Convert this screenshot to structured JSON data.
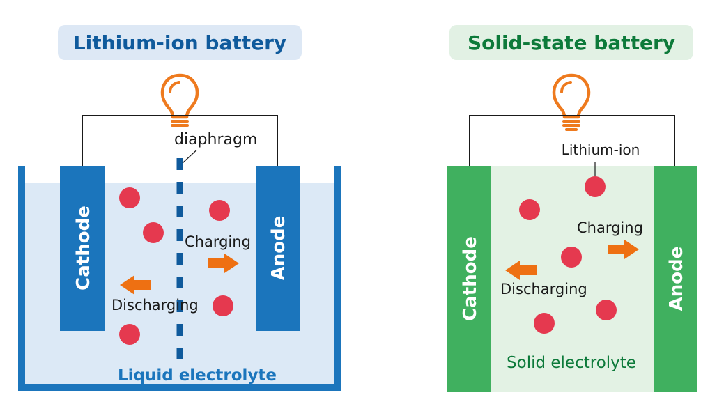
{
  "colors": {
    "li_blue": "#1b75bc",
    "li_title_bg": "#dde8f5",
    "li_electrolyte": "#dce9f6",
    "li_title_text": "#0f5a9c",
    "ss_green": "#40b05f",
    "ss_title_bg": "#e2f1e4",
    "ss_electrolyte": "#e3f2e4",
    "ss_title_text": "#0d7a3a",
    "ion_red": "#e5394f",
    "arrow_orange": "#ee7012",
    "bulb_orange": "#ee7a1e",
    "wire": "#1a1a1a"
  },
  "lithium_ion": {
    "title": "Lithium-ion battery",
    "separator_label": "diaphragm",
    "cathode_label": "Cathode",
    "anode_label": "Anode",
    "charging_label": "Charging",
    "discharging_label": "Discharging",
    "electrolyte_label": "Liquid electrolyte",
    "bulb_icon": "lightbulb-icon"
  },
  "solid_state": {
    "title": "Solid-state battery",
    "ion_label": "Lithium-ion",
    "cathode_label": "Cathode",
    "anode_label": "Anode",
    "charging_label": "Charging",
    "discharging_label": "Discharging",
    "electrolyte_label": "Solid electrolyte",
    "bulb_icon": "lightbulb-icon"
  }
}
